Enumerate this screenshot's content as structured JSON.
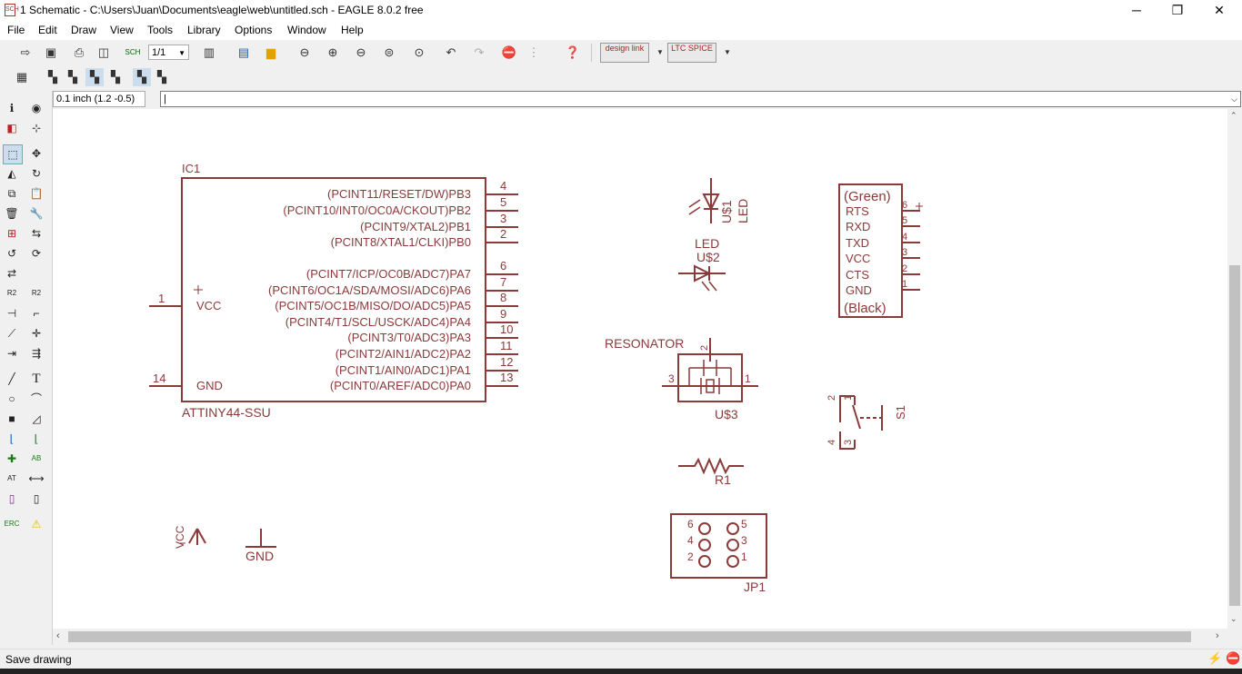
{
  "window": {
    "title": "1 Schematic - C:\\Users\\Juan\\Documents\\eagle\\web\\untitled.sch - EAGLE 8.0.2 free",
    "minimize": "─",
    "restore": "❐",
    "close": "✕"
  },
  "menu": [
    "File",
    "Edit",
    "Draw",
    "View",
    "Tools",
    "Library",
    "Options",
    "Window",
    "Help"
  ],
  "toolbar": {
    "sheet_select": "1/1",
    "design_link": "design link",
    "ltspice": "LTC SPICE"
  },
  "coord": "0.1 inch (1.2 -0.5)",
  "command_value": "|",
  "status": "Save drawing",
  "colors": {
    "wire": "#8b3a3a",
    "canvas": "#ffffff"
  },
  "schematic": {
    "ic1": {
      "name": "IC1",
      "value": "ATTINY44-SSU",
      "left_pins": [
        {
          "num": "1",
          "label": "VCC"
        },
        {
          "num": "14",
          "label": "GND"
        }
      ],
      "right_pins": [
        {
          "num": "4",
          "label": "(PCINT11/RESET/DW)PB3"
        },
        {
          "num": "5",
          "label": "(PCINT10/INT0/OC0A/CKOUT)PB2"
        },
        {
          "num": "3",
          "label": "(PCINT9/XTAL2)PB1"
        },
        {
          "num": "2",
          "label": "(PCINT8/XTAL1/CLKI)PB0"
        },
        {
          "num": "6",
          "label": "(PCINT7/ICP/OC0B/ADC7)PA7"
        },
        {
          "num": "7",
          "label": "(PCINT6/OC1A/SDA/MOSI/ADC6)PA6"
        },
        {
          "num": "8",
          "label": "(PCINT5/OC1B/MISO/DO/ADC5)PA5"
        },
        {
          "num": "9",
          "label": "(PCINT4/T1/SCL/USCK/ADC4)PA4"
        },
        {
          "num": "10",
          "label": "(PCINT3/T0/ADC3)PA3"
        },
        {
          "num": "11",
          "label": "(PCINT2/AIN1/ADC2)PA2"
        },
        {
          "num": "12",
          "label": "(PCINT1/AIN0/ADC1)PA1"
        },
        {
          "num": "13",
          "label": "(PCINT0/AREF/ADC0)PA0"
        }
      ]
    },
    "led1": {
      "name": "U$1",
      "value": "LED"
    },
    "led2": {
      "name": "U$2",
      "value": "LED"
    },
    "resonator": {
      "name": "U$3",
      "value": "RESONATOR",
      "pins": [
        "2",
        "3",
        "1"
      ]
    },
    "ftdi": {
      "top": "(Green)",
      "bottom": "(Black)",
      "pins": [
        {
          "num": "6",
          "label": "RTS"
        },
        {
          "num": "5",
          "label": "RXD"
        },
        {
          "num": "4",
          "label": "TXD"
        },
        {
          "num": "3",
          "label": "VCC"
        },
        {
          "num": "2",
          "label": "CTS"
        },
        {
          "num": "1",
          "label": "GND"
        }
      ]
    },
    "switch": {
      "name": "S1",
      "pins": [
        "2",
        "1",
        "4",
        "3"
      ]
    },
    "resistor": {
      "name": "R1"
    },
    "header": {
      "name": "JP1",
      "pins": [
        "6",
        "5",
        "4",
        "3",
        "2",
        "1"
      ]
    },
    "vcc_symbol": {
      "label": "VCC"
    },
    "gnd_symbol": {
      "label": "GND"
    }
  }
}
